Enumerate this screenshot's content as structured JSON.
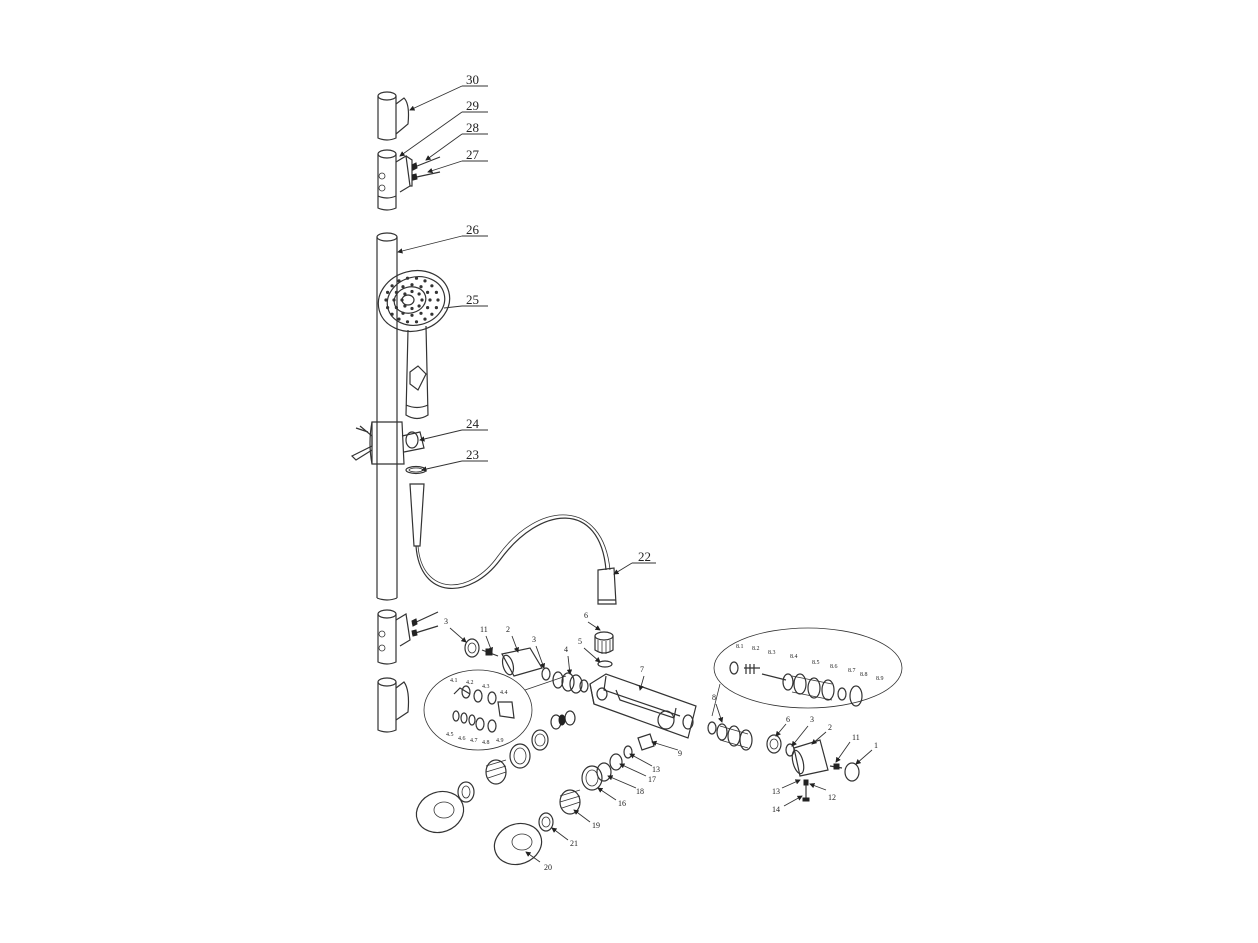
{
  "labels": {
    "p30": "30",
    "p29": "29",
    "p28": "28",
    "p27": "27",
    "p26": "26",
    "p25": "25",
    "p24": "24",
    "p23": "23",
    "p22": "22",
    "p3a": "3",
    "p11a": "11",
    "p2a": "2",
    "p3b": "3",
    "p4": "4",
    "p6": "6",
    "p5": "5",
    "p7": "7",
    "p8": "8",
    "p9": "9",
    "p13": "13",
    "p17": "17",
    "p18": "18",
    "p16": "16",
    "p19": "19",
    "p21": "21",
    "p20": "20",
    "p6b": "6",
    "p3c": "3",
    "p2b": "2",
    "p11b": "11",
    "p1": "1",
    "p13b": "13",
    "p12": "12",
    "p14": "14"
  },
  "detail_left_labels": [
    "4.1",
    "4.2",
    "4.3",
    "4.4",
    "4.5",
    "4.6",
    "4.7",
    "4.8",
    "4.9"
  ],
  "detail_right_labels": [
    "8.1",
    "8.2",
    "8.3",
    "8.4",
    "8.5",
    "8.6",
    "8.7",
    "8.8",
    "8.9"
  ]
}
